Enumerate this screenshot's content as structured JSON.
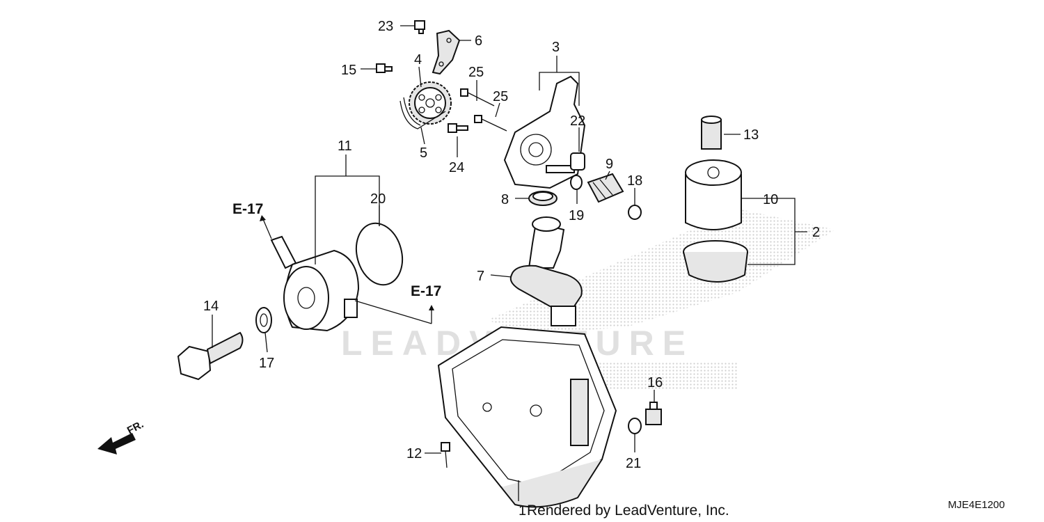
{
  "callouts": [
    {
      "id": "1",
      "label": "1"
    },
    {
      "id": "2",
      "label": "2"
    },
    {
      "id": "3",
      "label": "3"
    },
    {
      "id": "4",
      "label": "4"
    },
    {
      "id": "5",
      "label": "5"
    },
    {
      "id": "6",
      "label": "6"
    },
    {
      "id": "7",
      "label": "7"
    },
    {
      "id": "8",
      "label": "8"
    },
    {
      "id": "9",
      "label": "9"
    },
    {
      "id": "10",
      "label": "10"
    },
    {
      "id": "11",
      "label": "11"
    },
    {
      "id": "12",
      "label": "12"
    },
    {
      "id": "13",
      "label": "13"
    },
    {
      "id": "14",
      "label": "14"
    },
    {
      "id": "15",
      "label": "15"
    },
    {
      "id": "16",
      "label": "16"
    },
    {
      "id": "17",
      "label": "17"
    },
    {
      "id": "18",
      "label": "18"
    },
    {
      "id": "19",
      "label": "19"
    },
    {
      "id": "20",
      "label": "20"
    },
    {
      "id": "21",
      "label": "21"
    },
    {
      "id": "22",
      "label": "22"
    },
    {
      "id": "23",
      "label": "23"
    },
    {
      "id": "24",
      "label": "24"
    },
    {
      "id": "25a",
      "label": "25"
    },
    {
      "id": "25b",
      "label": "25"
    }
  ],
  "references": [
    "E-17",
    "E-17"
  ],
  "direction_label": "FR.",
  "diagram_code": "MJE4E1200",
  "credit": "Rendered by LeadVenture, Inc.",
  "watermark": "LEADVENTURE"
}
